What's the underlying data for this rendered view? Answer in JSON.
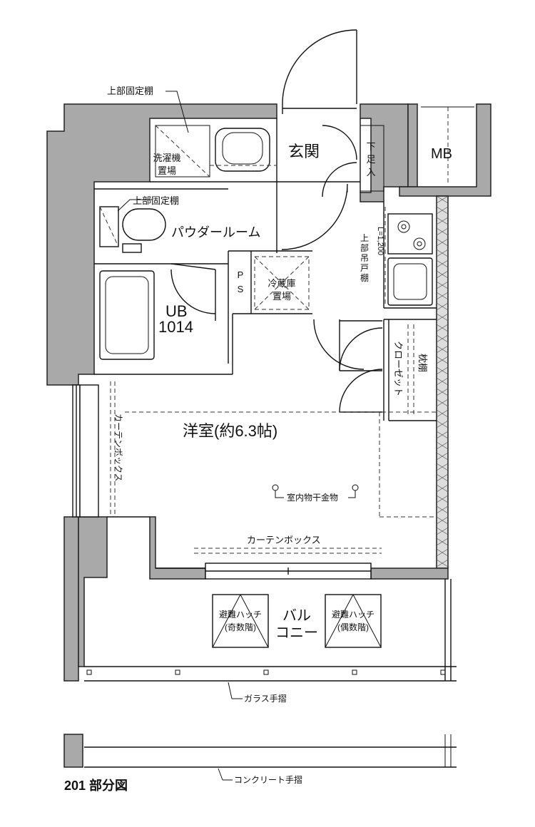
{
  "labels": {
    "upper_shelf_1": "上部固定棚",
    "upper_shelf_2": "上部固定棚",
    "washer_1": "洗濯機",
    "washer_2": "置場",
    "entrance": "玄関",
    "shoe_1": "下",
    "shoe_2": "足",
    "shoe_3": "入",
    "mb": "MB",
    "powder": "パウダールーム",
    "ps_1": "P",
    "ps_2": "S",
    "fridge_1": "冷蔵庫",
    "fridge_2": "置場",
    "cabinet_1": "上",
    "cabinet_2": "部",
    "cabinet_3": "吊",
    "cabinet_4": "戸",
    "cabinet_5": "棚",
    "cabinet_len": "L=1,200",
    "ub_1": "UB",
    "ub_2": "1014",
    "closet": "クローゼット",
    "pillow": "枕棚",
    "room": "洋室(約6.3帖)",
    "curtain_v": "カーテンボックス",
    "curtain_h": "カーテンボックス",
    "drying": "室内物干金物",
    "hatch_l_1": "避難ハッチ",
    "hatch_l_2": "(奇数階)",
    "hatch_r_1": "避難ハッチ",
    "hatch_r_2": "(偶数階)",
    "balcony_1": "バル",
    "balcony_2": "コニー",
    "glass_rail": "ガラス手摺",
    "concrete_rail": "コンクリート手摺",
    "caption": "201 部分図"
  }
}
